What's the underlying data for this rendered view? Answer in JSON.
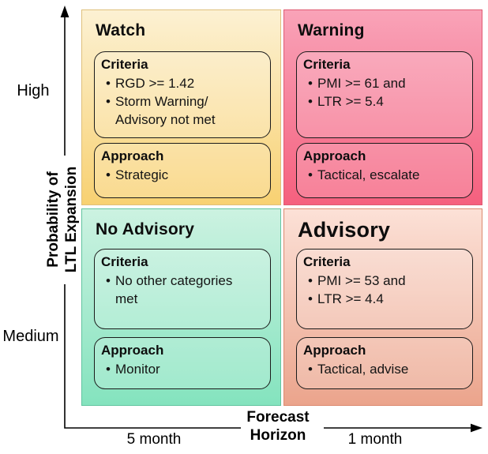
{
  "figure": {
    "type": "quadrant-matrix-diagram",
    "text_color": "#111111",
    "axis_color": "#000000"
  },
  "axes": {
    "y": {
      "label_line1": "Probability of",
      "label_line2": "LTL Expansion",
      "tick_high": "High",
      "tick_medium": "Medium"
    },
    "x": {
      "label_line1": "Forecast",
      "label_line2": "Horizon",
      "tick_left": "5 month",
      "tick_right": "1 month"
    }
  },
  "quadrants": [
    {
      "id": "watch",
      "position": "top-left",
      "title": "Watch",
      "criteria": {
        "heading": "Criteria",
        "bullets": [
          "RGD >= 1.42",
          "Storm Warning/\nAdvisory not met"
        ]
      },
      "approach": {
        "heading": "Approach",
        "bullets": [
          "Strategic"
        ]
      },
      "colors": {
        "top": "#fcf1d3",
        "bottom": "#f8d172",
        "border": "#dfc07c"
      }
    },
    {
      "id": "warning",
      "position": "top-right",
      "title": "Warning",
      "criteria": {
        "heading": "Criteria",
        "bullets": [
          "PMI >= 61 and",
          "LTR >= 5.4"
        ]
      },
      "approach": {
        "heading": "Approach",
        "bullets": [
          "Tactical, escalate"
        ]
      },
      "colors": {
        "top": "#f9a3b8",
        "bottom": "#f5607e",
        "border": "#e05a72"
      }
    },
    {
      "id": "no-advisory",
      "position": "bottom-left",
      "title": "No Advisory",
      "criteria": {
        "heading": "Criteria",
        "bullets": [
          "No other categories\nmet"
        ]
      },
      "approach": {
        "heading": "Approach",
        "bullets": [
          "Monitor"
        ]
      },
      "colors": {
        "top": "#ccf2e1",
        "bottom": "#84e3be",
        "border": "#62c4a0"
      }
    },
    {
      "id": "advisory",
      "position": "bottom-right",
      "title": "Advisory",
      "criteria": {
        "heading": "Criteria",
        "bullets": [
          "PMI >= 53 and",
          "LTR >= 4.4"
        ]
      },
      "approach": {
        "heading": "Approach",
        "bullets": [
          "Tactical, advise"
        ]
      },
      "colors": {
        "top": "#fce1d7",
        "bottom": "#eba48c",
        "border": "#dc8a70"
      }
    }
  ]
}
